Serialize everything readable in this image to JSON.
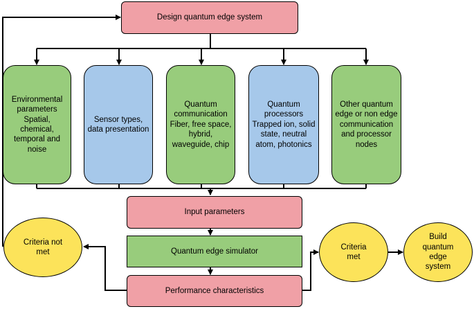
{
  "nodes": {
    "design": "Design quantum edge system",
    "env": "Environmental parameters Spatial, chemical, temporal and noise",
    "sensor": "Sensor types, data presentation",
    "qcomm": "Quantum communication Fiber, free space, hybrid, waveguide, chip",
    "qproc": "Quantum processors Trapped ion, solid state, neutral atom, photonics",
    "other": "Other quantum edge or non edge communication and processor nodes",
    "input": "Input parameters",
    "simulator": "Quantum edge simulator",
    "performance": "Performance characteristics",
    "not_met": "Criteria not met",
    "met": "Criteria met",
    "build": "Build quantum edge system"
  },
  "colors": {
    "pink": "#f0a0a6",
    "green": "#98cc7c",
    "blue": "#a6c8ea",
    "yellow": "#fce35a"
  }
}
